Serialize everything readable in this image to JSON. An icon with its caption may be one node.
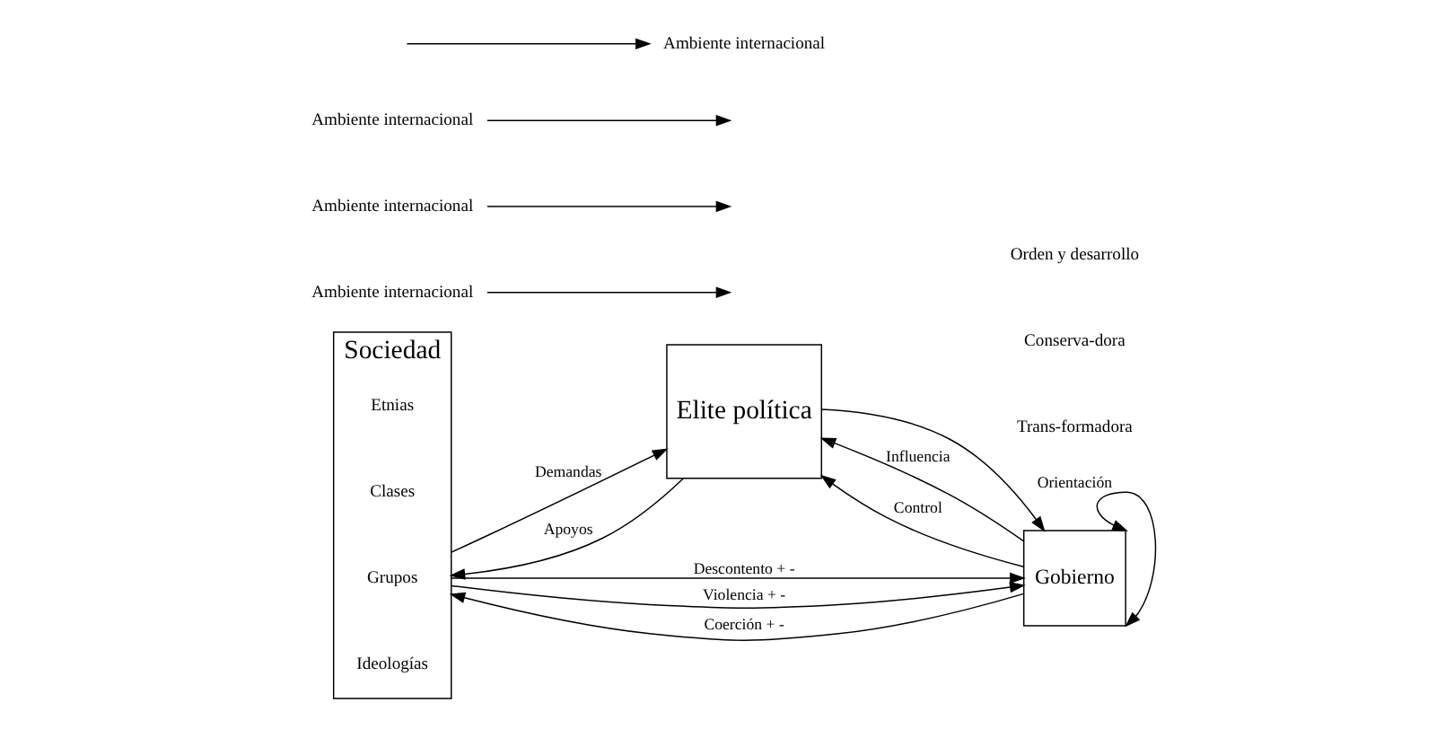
{
  "diagram": {
    "nodes": [
      {
        "text": [
          "Sociedad"
        ]
      },
      {
        "text": [
          "Etnias"
        ],
        "in": 0
      },
      {
        "text": [
          "Clases"
        ],
        "in": 0
      },
      {
        "text": [
          "Grupos"
        ],
        "in": 0
      },
      {
        "text": [
          "Ideologías"
        ],
        "in": 0
      },
      {
        "text": [
          "Elite política"
        ]
      },
      {
        "text": [
          "Gobierno"
        ]
      },
      {
        "text": [
          "Ambiente internacional"
        ]
      },
      {
        "text": [
          "Ambiente internacional"
        ]
      },
      {
        "text": [
          "Ambiente internacional"
        ]
      },
      {
        "text": [
          "Ambiente internacional"
        ]
      }
    ],
    "edges": [
      {
        "from": 0,
        "to": 6,
        "arrow": "to",
        "label": "Descontento + -"
      },
      {
        "from": 0,
        "to": 6,
        "arrow": "to",
        "label": "Violencia + -"
      },
      {
        "from": 0,
        "to": 5,
        "arrow": "to",
        "label": "Demandas"
      },
      {
        "from": 5,
        "to": 0,
        "arrow": "to",
        "label": "Apoyos"
      },
      {
        "from": 6,
        "to": 5,
        "arrow": "to",
        "label": "Influencia"
      },
      {
        "from": 5,
        "to": 6,
        "arrow": "to"
      },
      {
        "from": 6,
        "to": 5,
        "arrow": "to",
        "label": "Control"
      },
      {
        "from": 6,
        "to": 0,
        "arrow": "to",
        "label": "Coerción + -"
      },
      {
        "from": 6,
        "to": 6,
        "arrow": "both",
        "label": "Orientación"
      },
      {
        "from": 7,
        "to": null,
        "arrow": "to"
      },
      {
        "from": 8,
        "to": null,
        "arrow": "to"
      },
      {
        "from": 9,
        "to": null,
        "arrow": "to"
      },
      {
        "from": null,
        "to": 10,
        "arrow": "to"
      }
    ],
    "labels": [
      "Trans-formadora",
      "Conserva-dora",
      "Orden y desarrollo"
    ]
  }
}
